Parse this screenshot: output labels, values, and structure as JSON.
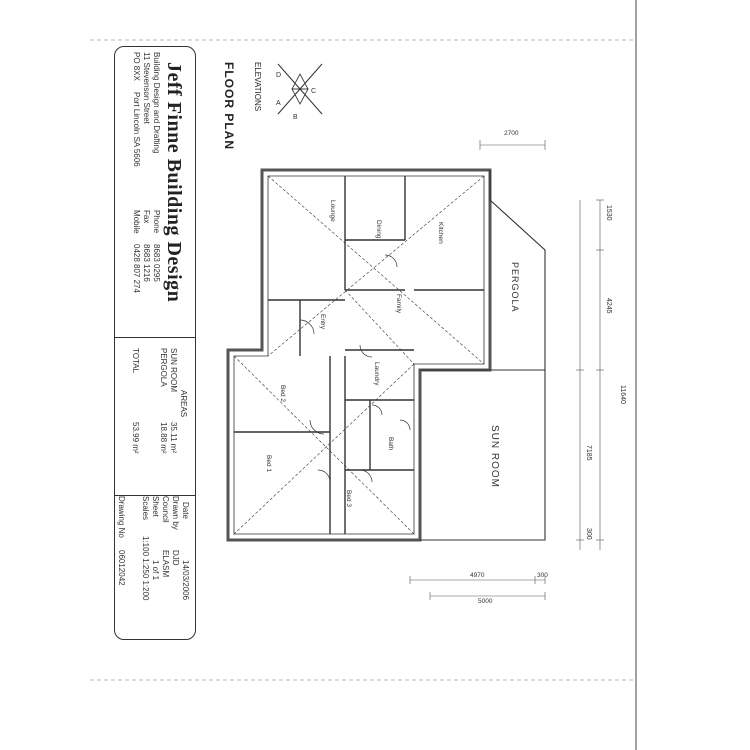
{
  "firm": {
    "name": "Jeff Finne Building Design",
    "tagline": "Building Design and Drafting",
    "address_street": "11 Stevenson Street",
    "address_po": "Port Lincoln SA  5606",
    "po_box": "PO 8XX",
    "phone_label": "Phone",
    "phone": "8683 0295",
    "fax_label": "Fax",
    "fax": "8683 1216",
    "mobile_label": "Mobile",
    "mobile": "0428 807 274"
  },
  "drawing": {
    "title": "FLOOR PLAN",
    "elevations_label": "ELEVATIONS",
    "compass": [
      "A",
      "B",
      "C",
      "D"
    ]
  },
  "areas": {
    "heading": "AREAS",
    "rows": [
      {
        "label": "SUN ROOM",
        "value": "35.11 m²"
      },
      {
        "label": "PERGOLA",
        "value": "18.88 m²"
      },
      {
        "label": "TOTAL",
        "value": "53.99 m²"
      }
    ]
  },
  "info": {
    "date_label": "Date",
    "date": "14/03/2006",
    "drawn_label": "Drawn by",
    "drawn": "DJD",
    "council_label": "Council",
    "council": "ELASM",
    "sheet_label": "Sheet",
    "sheet": "1 of 1",
    "scale_label": "Scales",
    "scale": "1:100 1:250 1:200",
    "drawing_no_label": "Drawing No",
    "drawing_no": "06012042"
  },
  "rooms": {
    "lounge": "Lounge",
    "dining": "Dining",
    "kitchen": "Kitchen",
    "family": "Family",
    "entry": "Entry",
    "laundry": "Laundry",
    "bed2": "Bed 2",
    "bed1": "Bed 1",
    "bath": "Bath",
    "bed3": "Bed 3",
    "pergola": "PERGOLA",
    "sunroom": "SUN ROOM"
  },
  "dimensions": {
    "top": "2700",
    "right_a": "1530",
    "right_b": "4245",
    "right_c": "11640",
    "right_d": "7185",
    "right_e": "300",
    "bottom_a": "4970",
    "bottom_b": "300",
    "bottom_c": "5000"
  }
}
